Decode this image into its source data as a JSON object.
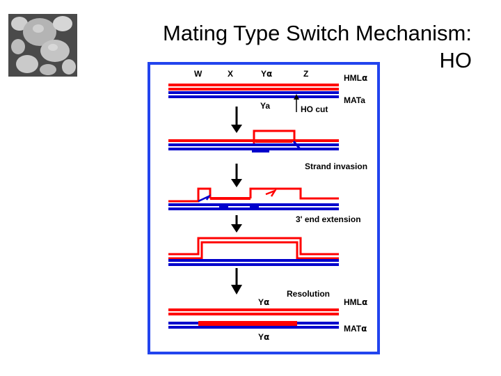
{
  "slide": {
    "title_line1": "Mating Type Switch Mechanism:",
    "title_line2": "HO"
  },
  "diagram": {
    "top_labels": {
      "w": "W",
      "x": "X",
      "y_alpha_letter": "Y",
      "z": "Z"
    },
    "alpha_symbol": "α",
    "hml_prefix": "HML",
    "mat_a": "MATa",
    "mat_prefix": "MAT",
    "ya": "Ya",
    "y_letter": "Y",
    "ho_cut": "HO cut",
    "strand_invasion": "Strand invasion",
    "end_extension": "3' end extension",
    "resolution": "Resolution"
  },
  "colors": {
    "red": "#ff0000",
    "blue": "#0000cc",
    "border": "#2244ee",
    "arrow": "#000000"
  }
}
